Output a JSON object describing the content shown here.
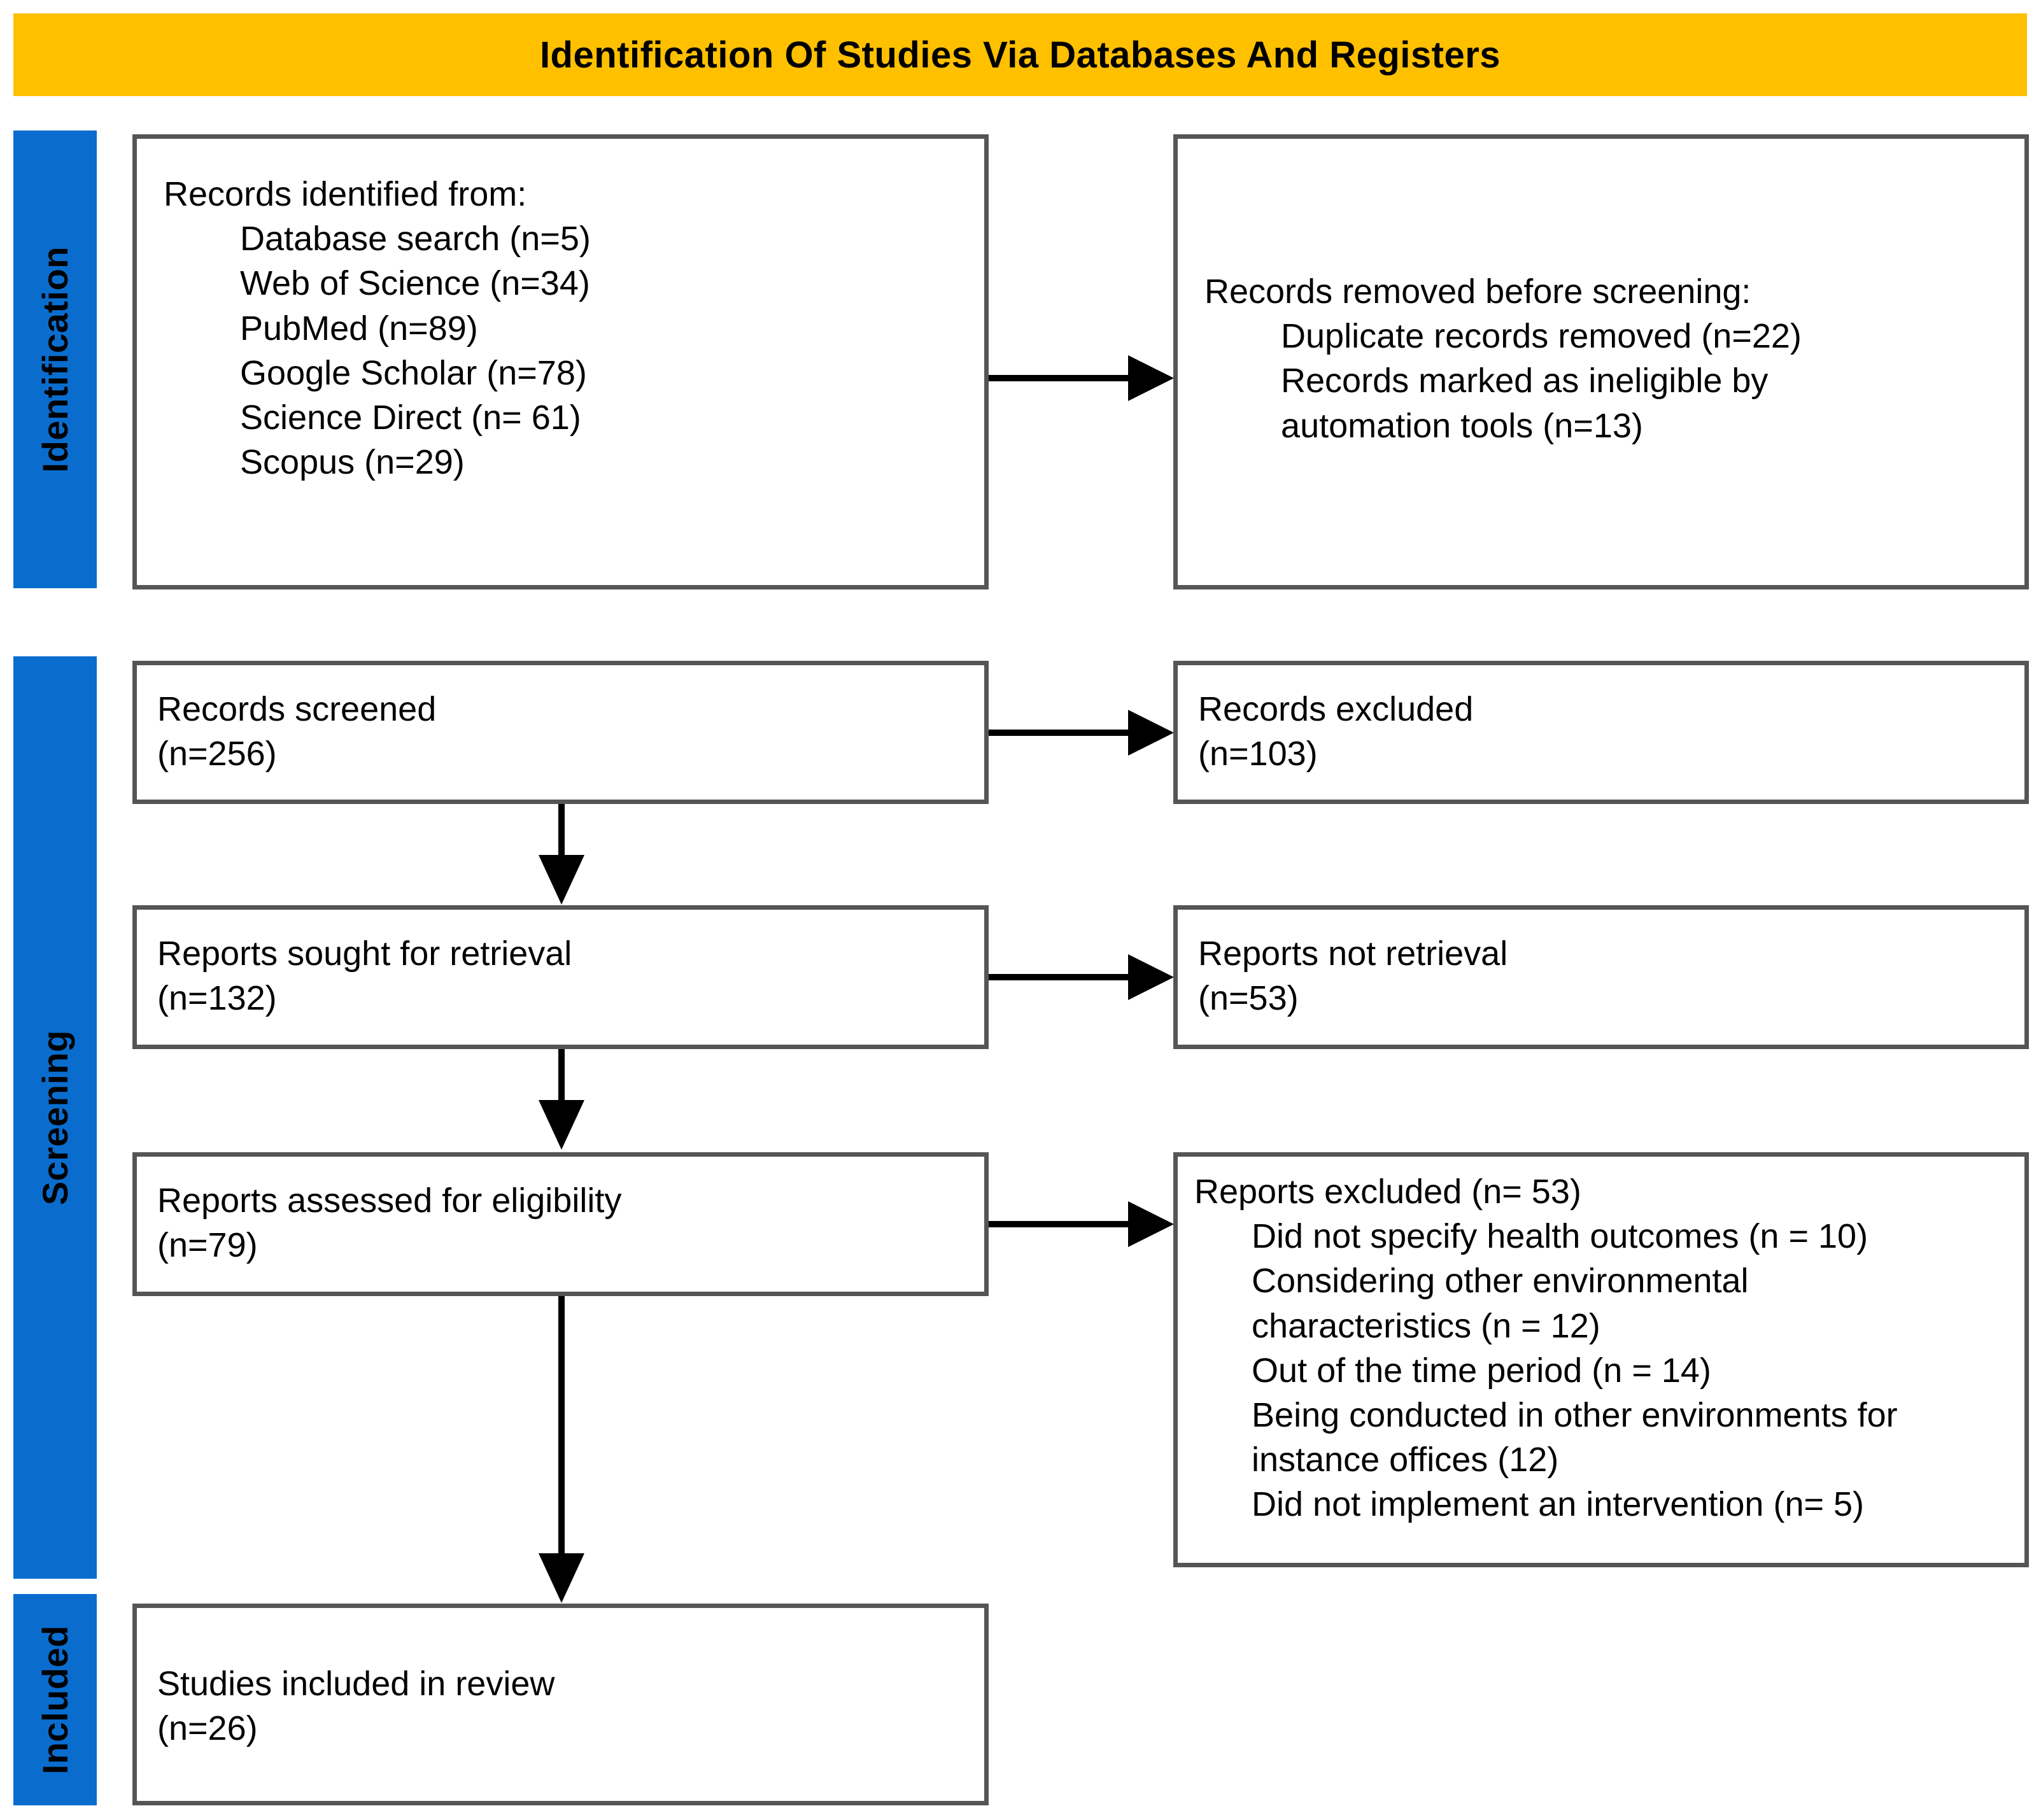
{
  "header": {
    "title": "Identification Of Studies Via Databases And Registers",
    "background_color": "#FFC000"
  },
  "stage_rails": {
    "accent_color": "#0A6DCE",
    "items": [
      {
        "label": "Identification"
      },
      {
        "label": "Screening"
      },
      {
        "label": "Included"
      }
    ]
  },
  "boxes": {
    "identified": {
      "text": "Records identified from:\n        Database search (n=5)\n        Web of Science (n=34)\n        PubMed (n=89)\n        Google Scholar (n=78)\n        Science Direct (n= 61)\n        Scopus (n=29)"
    },
    "removed": {
      "text": "Records removed before screening:\n        Duplicate records removed (n=22)\n        Records marked as ineligible by\n        automation tools (n=13)"
    },
    "screened": {
      "text": "Records screened\n(n=256)"
    },
    "excluded": {
      "text": "Records excluded\n(n=103)"
    },
    "sought": {
      "text": "Reports sought for retrieval\n(n=132)"
    },
    "not_retrieved": {
      "text": "Reports not retrieval\n(n=53)"
    },
    "assessed": {
      "text": "Reports assessed for eligibility\n(n=79)"
    },
    "reports_excluded": {
      "text": "Reports excluded (n= 53)\n      Did not specify health outcomes (n = 10)\n      Considering other environmental\n      characteristics (n = 12)\n      Out of the time period (n = 14)\n      Being conducted in other environments for\n      instance offices (12)\n      Did not implement an intervention (n= 5)"
    },
    "included": {
      "text": "Studies included in review\n(n=26)"
    }
  },
  "chart_data": {
    "type": "diagram",
    "title": "Identification Of Studies Via Databases And Registers",
    "diagram_kind": "PRISMA flow diagram",
    "stages": [
      "Identification",
      "Screening",
      "Included"
    ],
    "nodes": [
      {
        "id": "identified",
        "stage": "Identification",
        "label": "Records identified from:",
        "total": null,
        "sources": [
          {
            "name": "Database search",
            "n": 5
          },
          {
            "name": "Web of Science",
            "n": 34
          },
          {
            "name": "PubMed",
            "n": 89
          },
          {
            "name": "Google Scholar",
            "n": 78
          },
          {
            "name": "Science Direct",
            "n": 61
          },
          {
            "name": "Scopus",
            "n": 29
          }
        ]
      },
      {
        "id": "removed",
        "stage": "Identification",
        "label": "Records removed before screening:",
        "reasons": [
          {
            "name": "Duplicate records removed",
            "n": 22
          },
          {
            "name": "Records marked as ineligible by automation tools",
            "n": 13
          }
        ]
      },
      {
        "id": "screened",
        "stage": "Screening",
        "label": "Records screened",
        "n": 256
      },
      {
        "id": "excluded",
        "stage": "Screening",
        "label": "Records excluded",
        "n": 103
      },
      {
        "id": "sought",
        "stage": "Screening",
        "label": "Reports sought for retrieval",
        "n": 132
      },
      {
        "id": "not_retrieved",
        "stage": "Screening",
        "label": "Reports not retrieval",
        "n": 53
      },
      {
        "id": "assessed",
        "stage": "Screening",
        "label": "Reports assessed for eligibility",
        "n": 79
      },
      {
        "id": "reports_excluded",
        "stage": "Screening",
        "label": "Reports excluded",
        "n": 53,
        "reasons": [
          {
            "name": "Did not specify health outcomes",
            "n": 10
          },
          {
            "name": "Considering other environmental characteristics",
            "n": 12
          },
          {
            "name": "Out of the time period",
            "n": 14
          },
          {
            "name": "Being conducted in other environments for instance offices",
            "n": 12
          },
          {
            "name": "Did not implement an intervention",
            "n": 5
          }
        ]
      },
      {
        "id": "included",
        "stage": "Included",
        "label": "Studies included in review",
        "n": 26
      }
    ],
    "edges": [
      {
        "from": "identified",
        "to": "removed",
        "direction": "right"
      },
      {
        "from": "screened",
        "to": "excluded",
        "direction": "right"
      },
      {
        "from": "screened",
        "to": "sought",
        "direction": "down"
      },
      {
        "from": "sought",
        "to": "not_retrieved",
        "direction": "right"
      },
      {
        "from": "sought",
        "to": "assessed",
        "direction": "down"
      },
      {
        "from": "assessed",
        "to": "reports_excluded",
        "direction": "right"
      },
      {
        "from": "assessed",
        "to": "included",
        "direction": "down"
      }
    ]
  }
}
